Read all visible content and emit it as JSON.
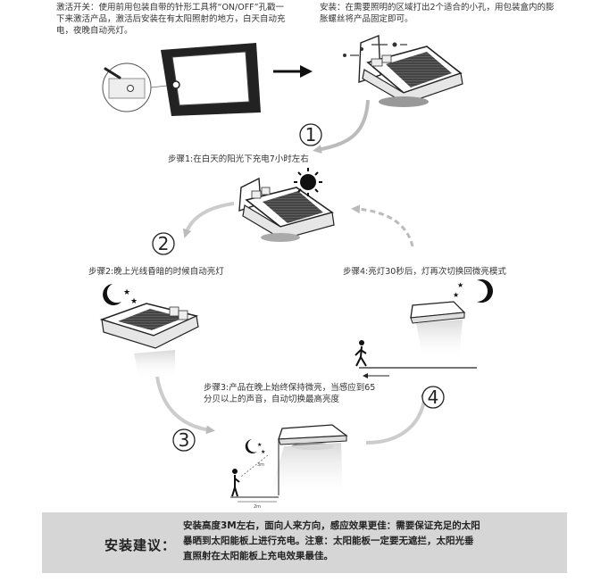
{
  "activation": {
    "label": "激活开关：",
    "text": "使用前用包装自带的针形工具将“ON/OFF”孔戳一下来激活产品，激活后安装在有太阳照射的地方，白天自动充电，夜晚自动亮灯。"
  },
  "install": {
    "label": "安装：",
    "text": "在需要照明的区域打出2个适合的小孔，用包装盒内的膨胀螺丝将产品固定即可。"
  },
  "steps": {
    "s1": "步骤1:在白天的阳光下充电7小时左右",
    "s2": "步骤2:晚上光线昏暗的时候自动亮灯",
    "s3": "步骤3:产品在晚上始终保持微亮，当感应到65分贝以上的声音，自动切换最高亮度",
    "s4": "步骤4:亮灯30秒后，灯再次切换回微亮模式"
  },
  "numbers": {
    "n1": "1",
    "n2": "2",
    "n3": "3",
    "n4": "4"
  },
  "dims": {
    "height": "3m",
    "distance": "2m"
  },
  "tips": {
    "title": "安装建议：",
    "line1": "安装高度3M左右，面向人来方向，感应效果更佳：需要保证充足的太阳",
    "line2": "暴晒到太阳能板上进行充电。注意：太阳能板一定要无遮拦，太阳光垂",
    "line3": "直照射在太阳能板上充电效果最佳。"
  }
}
